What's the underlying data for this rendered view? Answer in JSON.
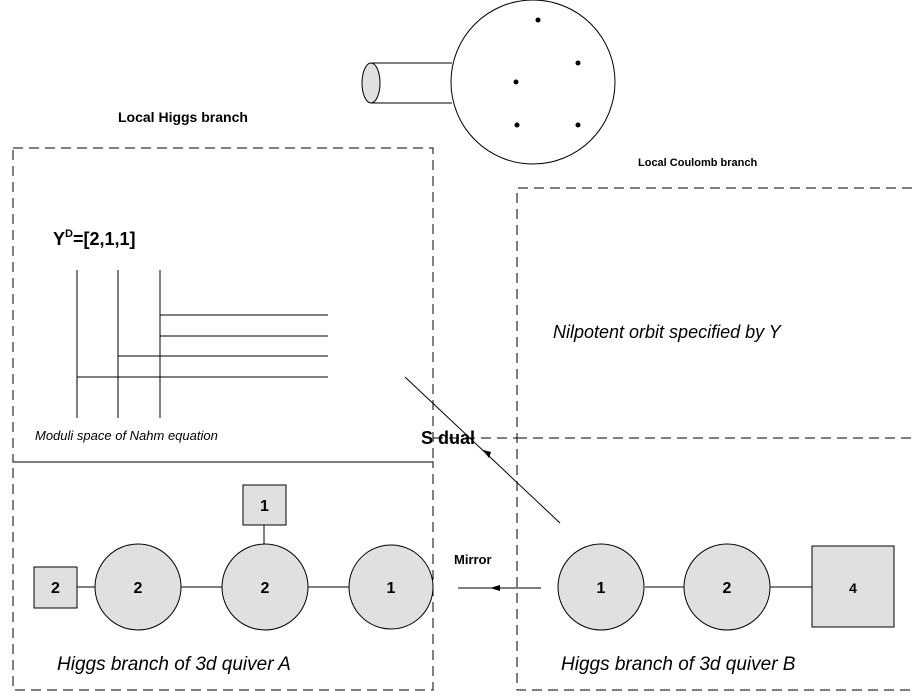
{
  "labels": {
    "local_higgs": "Local Higgs branch",
    "local_coulomb": "Local Coulomb branch",
    "partition": "Y",
    "partition_sup": "D",
    "partition_value": "=[2,1,1]",
    "nahm": "Moduli space of Nahm equation",
    "nilpotent": "Nilpotent orbit specified by Y",
    "s_dual": "S dual",
    "mirror": "Mirror",
    "quiver_a": "Higgs branch of 3d quiver A",
    "quiver_b": "Higgs branch of 3d quiver B"
  },
  "quiver_a": {
    "flavor_left": "2",
    "gauge": [
      "2",
      "2",
      "1"
    ],
    "flavor_top": "1"
  },
  "quiver_b": {
    "gauge": [
      "1",
      "2"
    ],
    "flavor_right": "4"
  },
  "colors": {
    "node_fill": "#e0e0e0",
    "stroke": "#000000"
  }
}
